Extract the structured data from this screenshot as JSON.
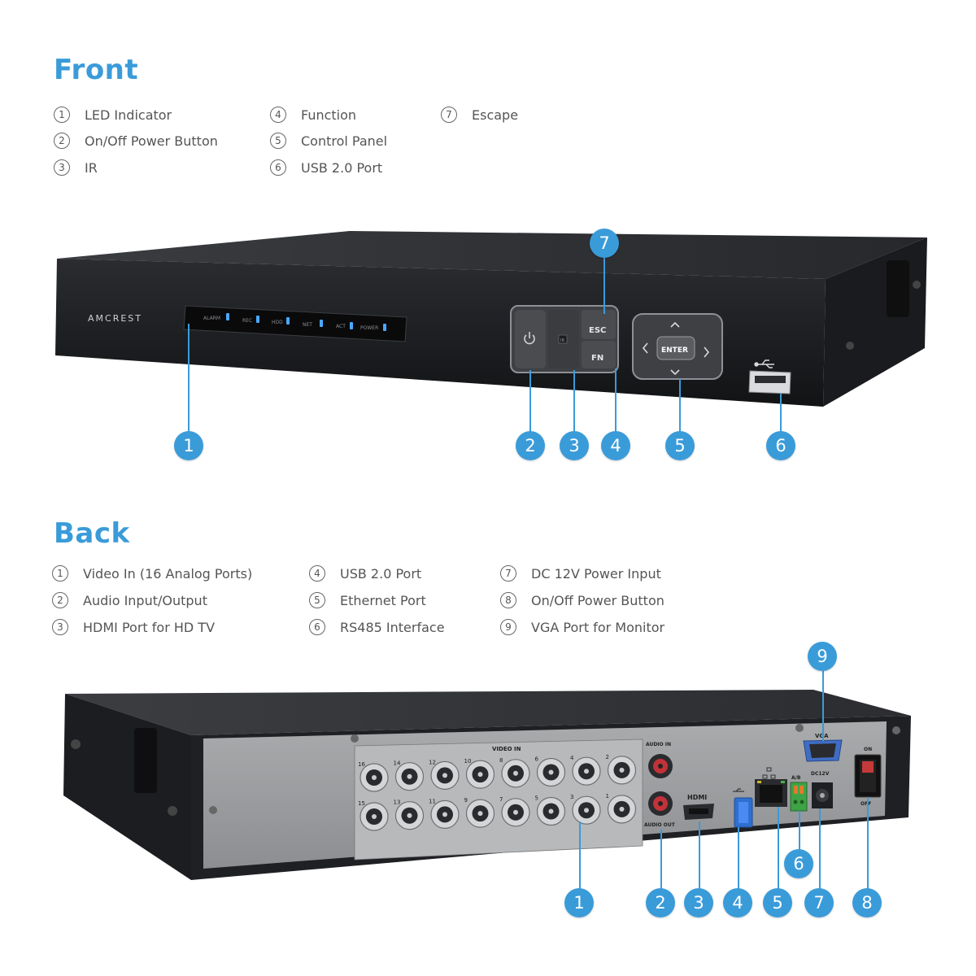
{
  "colors": {
    "accent": "#3a9bd9",
    "device": "#1e2024",
    "device_top": "#2b2d31",
    "back_panel": "#9a9c9e",
    "text": "#555555"
  },
  "front": {
    "title": "Front",
    "legend": [
      {
        "num": "1",
        "label": "LED Indicator"
      },
      {
        "num": "2",
        "label": "On/Off Power Button"
      },
      {
        "num": "3",
        "label": "IR"
      },
      {
        "num": "4",
        "label": "Function"
      },
      {
        "num": "5",
        "label": "Control Panel"
      },
      {
        "num": "6",
        "label": "USB 2.0 Port"
      },
      {
        "num": "7",
        "label": "Escape"
      }
    ],
    "callouts": [
      "1",
      "2",
      "3",
      "4",
      "5",
      "6",
      "7"
    ],
    "device": {
      "brand": "AMCREST",
      "leds": [
        "ALARM",
        "REC",
        "HDD",
        "NET",
        "ACT",
        "POWER"
      ],
      "buttons": {
        "ir": "IR",
        "esc": "ESC",
        "fn": "FN",
        "enter": "ENTER"
      },
      "icons": [
        "power-icon",
        "usb-icon",
        "arrow-up-icon",
        "arrow-down-icon",
        "arrow-left-icon",
        "arrow-right-icon"
      ]
    }
  },
  "back": {
    "title": "Back",
    "legend": [
      {
        "num": "1",
        "label": "Video In (16 Analog Ports)"
      },
      {
        "num": "2",
        "label": "Audio Input/Output"
      },
      {
        "num": "3",
        "label": "HDMI Port for HD TV"
      },
      {
        "num": "4",
        "label": "USB 2.0 Port"
      },
      {
        "num": "5",
        "label": "Ethernet Port"
      },
      {
        "num": "6",
        "label": "RS485 Interface"
      },
      {
        "num": "7",
        "label": "DC 12V Power Input"
      },
      {
        "num": "8",
        "label": "On/Off Power Button"
      },
      {
        "num": "9",
        "label": "VGA Port for Monitor"
      }
    ],
    "callouts": [
      "1",
      "2",
      "3",
      "4",
      "5",
      "6",
      "7",
      "8",
      "9"
    ],
    "device": {
      "video_in_label": "VIDEO IN",
      "audio_in_label": "AUDIO IN",
      "audio_out_label": "AUDIO OUT",
      "hdmi_label": "HDMI",
      "vga_label": "VGA",
      "ab_label": "A/B",
      "dc_label": "DC12V",
      "on_label": "ON",
      "off_label": "OFF",
      "top_row_ports": [
        "16",
        "14",
        "12",
        "10",
        "8",
        "6",
        "4",
        "2"
      ],
      "bottom_row_ports": [
        "15",
        "13",
        "11",
        "9",
        "7",
        "5",
        "3",
        "1"
      ]
    }
  }
}
